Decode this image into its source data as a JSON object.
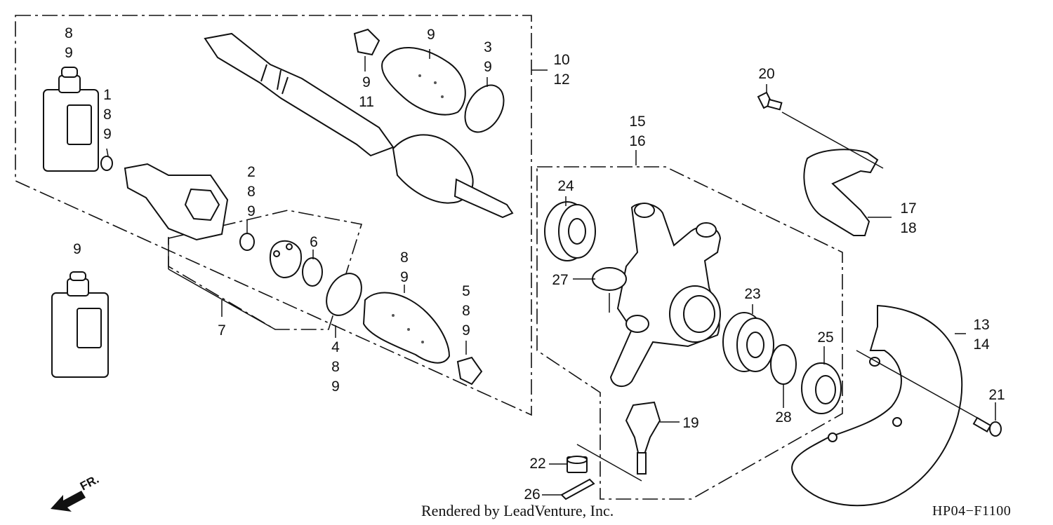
{
  "footer": {
    "credit": "Rendered by LeadVenture, Inc.",
    "code": "HP04−F1100"
  },
  "direction_label": "FR.",
  "callouts": [
    {
      "id": "c-8-9-top",
      "lines": [
        "8",
        "9"
      ]
    },
    {
      "id": "c-1-8-9",
      "lines": [
        "1",
        "8",
        "9"
      ]
    },
    {
      "id": "c-9-bottle2",
      "lines": [
        "9"
      ]
    },
    {
      "id": "c-2-8-9",
      "lines": [
        "2",
        "8",
        "9"
      ]
    },
    {
      "id": "c-6",
      "lines": [
        "6"
      ]
    },
    {
      "id": "c-7",
      "lines": [
        "7"
      ]
    },
    {
      "id": "c-9-11",
      "lines": [
        "9",
        "11"
      ]
    },
    {
      "id": "c-9-boot",
      "lines": [
        "9"
      ]
    },
    {
      "id": "c-3-9",
      "lines": [
        "3",
        "9"
      ]
    },
    {
      "id": "c-10-12",
      "lines": [
        "10",
        "12"
      ]
    },
    {
      "id": "c-8-9-boot",
      "lines": [
        "8",
        "9"
      ]
    },
    {
      "id": "c-5-8-9",
      "lines": [
        "5",
        "8",
        "9"
      ]
    },
    {
      "id": "c-4-8-9",
      "lines": [
        "4",
        "8",
        "9"
      ]
    },
    {
      "id": "c-15-16",
      "lines": [
        "15",
        "16"
      ]
    },
    {
      "id": "c-24",
      "lines": [
        "24"
      ]
    },
    {
      "id": "c-27",
      "lines": [
        "27"
      ]
    },
    {
      "id": "c-23",
      "lines": [
        "23"
      ]
    },
    {
      "id": "c-25",
      "lines": [
        "25"
      ]
    },
    {
      "id": "c-28",
      "lines": [
        "28"
      ]
    },
    {
      "id": "c-19",
      "lines": [
        "19"
      ]
    },
    {
      "id": "c-22",
      "lines": [
        "22"
      ]
    },
    {
      "id": "c-26",
      "lines": [
        "26"
      ]
    },
    {
      "id": "c-20",
      "lines": [
        "20"
      ]
    },
    {
      "id": "c-17-18",
      "lines": [
        "17",
        "18"
      ]
    },
    {
      "id": "c-13-14",
      "lines": [
        "13",
        "14"
      ]
    },
    {
      "id": "c-21",
      "lines": [
        "21"
      ]
    }
  ]
}
